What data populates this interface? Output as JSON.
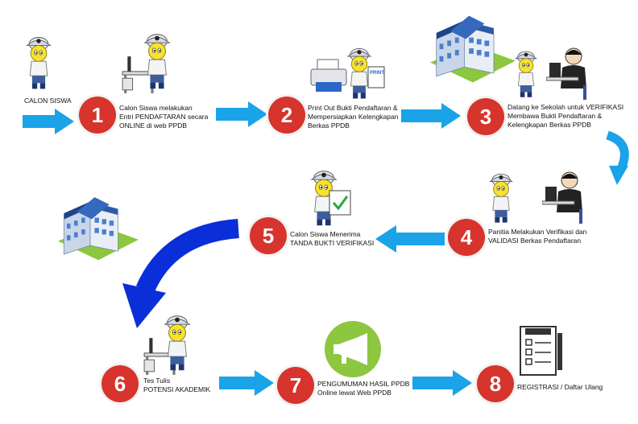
{
  "start": {
    "label": "CALON SISWA"
  },
  "steps": [
    {
      "number": "1",
      "text": "Calon Siswa melakukan\nEntri PENDAFTARAN secara\nONLINE di web PPDB"
    },
    {
      "number": "2",
      "text": "Print Out Bukti Pendaftaran &\nMempersiapkan Kelengkapan\nBerkas PPDB"
    },
    {
      "number": "3",
      "text": "Datang ke Sekolah untuk VERIFIKASI\nMembawa Bukti Pendaftaran &\nKelengkapan Berkas PPDB"
    },
    {
      "number": "4",
      "text": "Panitia Melakukan Verifikasi dan\nVALIDASI Berkas Pendaftaran"
    },
    {
      "number": "5",
      "text": "Calon Siswa Menerima\nTANDA BUKTI VERIFIKASI"
    },
    {
      "number": "6",
      "text": "Tes Tulis\nPOTENSI AKADEMIK"
    },
    {
      "number": "7",
      "text": "PENGUMUMAN HASIL PPDB\nOnline lewat Web PPDB"
    },
    {
      "number": "8",
      "text": "REGISTRASI / Daftar Ulang"
    }
  ],
  "printer_label": "PRINT",
  "colors": {
    "badge": "#d6342c",
    "arrow_light": "#1aa3e8",
    "arrow_dark": "#0a2fd8",
    "megaphone_bg": "#8dc63f"
  },
  "icons": [
    "student-icon",
    "computer-desk-icon",
    "printer-icon",
    "school-building-icon",
    "verification-desk-icon",
    "certificate-icon",
    "megaphone-icon",
    "checklist-icon"
  ]
}
